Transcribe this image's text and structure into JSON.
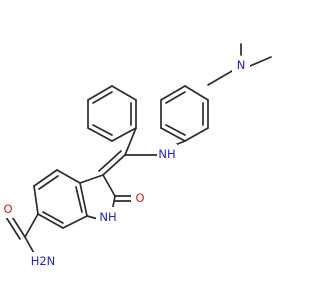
{
  "molecule": {
    "atoms": {
      "amide_N": "H2N",
      "amide_O": "O",
      "lactam_NH": "NH",
      "oxo_O": "O",
      "enamine_NH": "NH",
      "dimethylamino_N": "N"
    }
  },
  "colors": {
    "bond": "#2b2b2b",
    "nitrogen": "#2323c8",
    "oxygen": "#d21e1e",
    "background": "#ffffff"
  }
}
